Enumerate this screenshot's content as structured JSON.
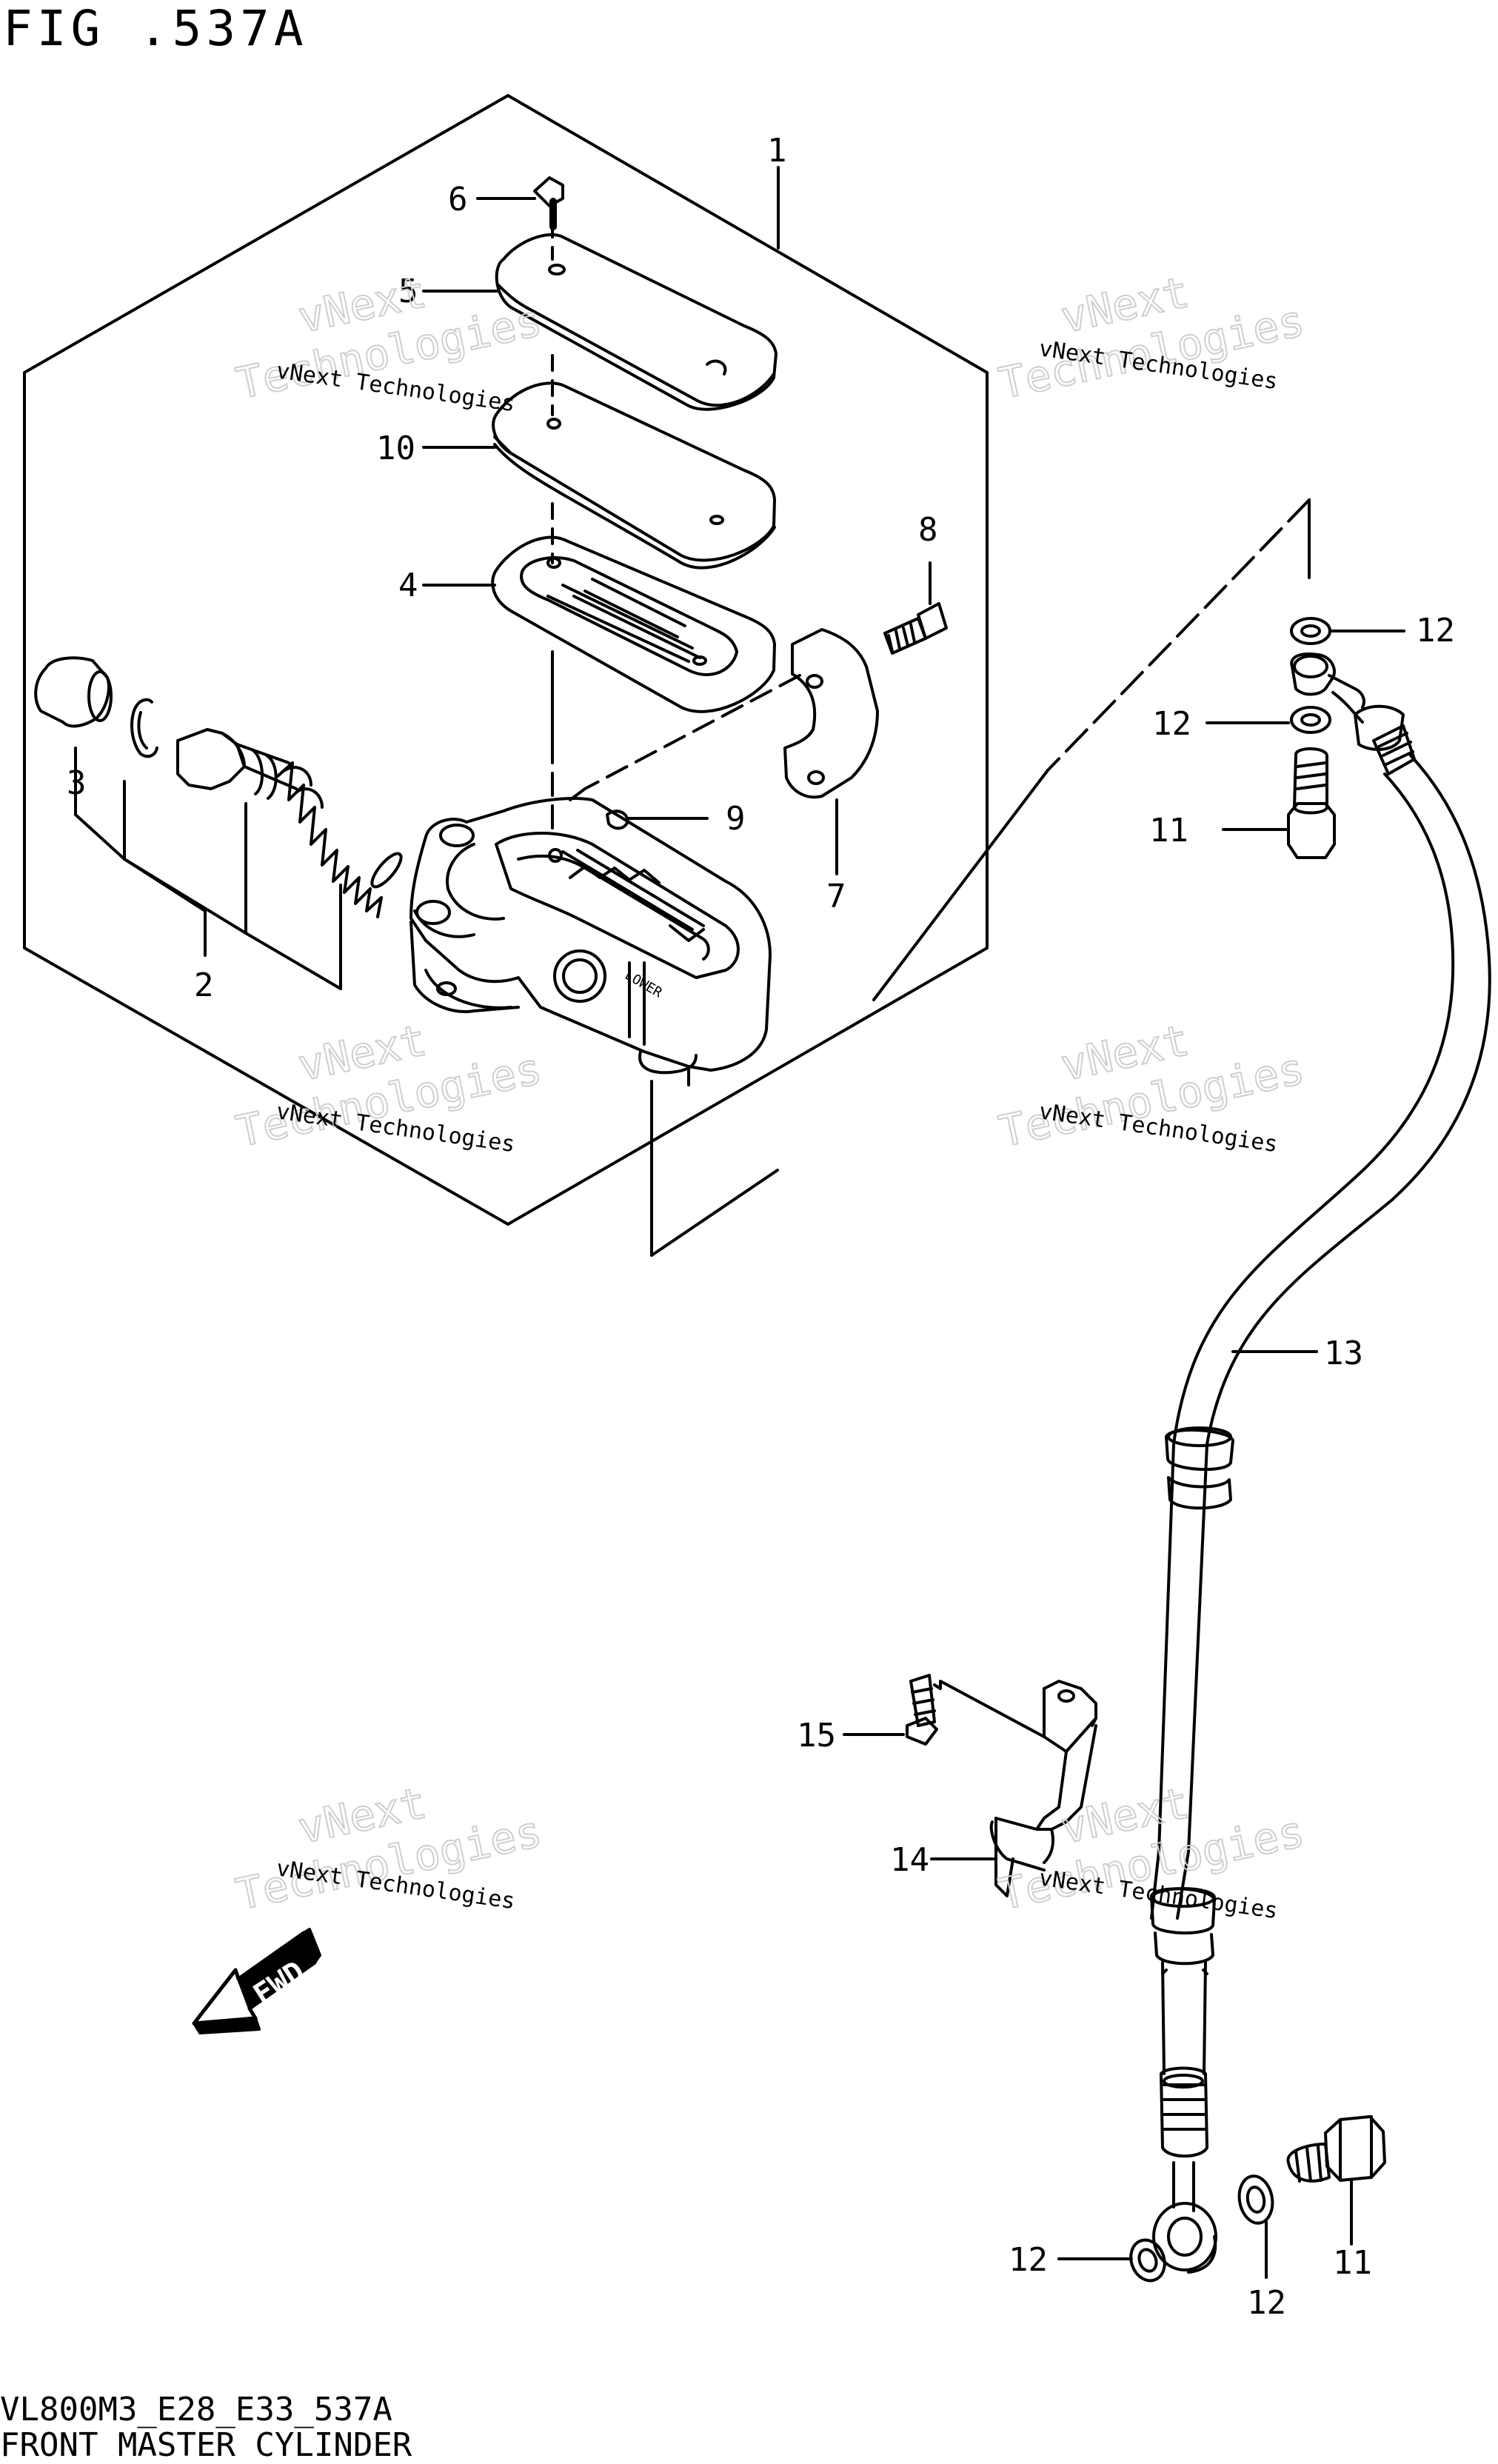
{
  "figure": {
    "title": "FIG .537A"
  },
  "callouts": [
    "1",
    "2",
    "3",
    "4",
    "5",
    "6",
    "7",
    "8",
    "9",
    "10",
    "11",
    "11",
    "12",
    "12",
    "12",
    "12",
    "13",
    "14",
    "15"
  ],
  "watermark": {
    "line1": "vNext",
    "line2": "vNext Technologies",
    "line3": "Technologies",
    "color": "#c8c8c8"
  },
  "fwd_label": "FWD",
  "embossed_text": "LOWER",
  "footer": {
    "code": "VL800M3_E28_E33_537A",
    "caption": "FRONT MASTER CYLINDER"
  }
}
